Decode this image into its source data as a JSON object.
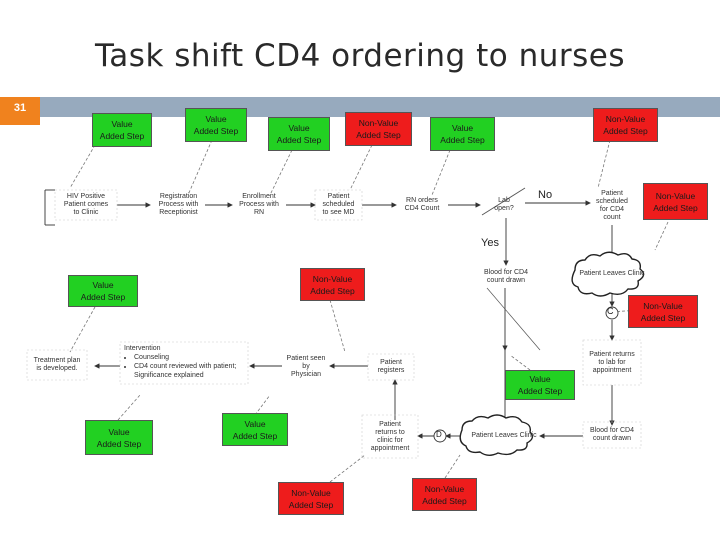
{
  "slide": {
    "title": "Task shift CD4 ordering to nurses",
    "number": "31",
    "accent_color": "#f0821e",
    "bar_color": "#97aabe"
  },
  "tags": {
    "value_added": "Value\nAdded Step",
    "non_value_added": "Non-Value\nAdded Step",
    "value_color": "#22d022",
    "non_value_color": "#ee1c1c"
  },
  "steps": {
    "hiv_positive": "HIV Positive\nPatient comes\nto Clinic",
    "registration": "Registration\nProcess with\nReceptionist",
    "enrollment": "Enrollment\nProcess with\nRN",
    "scheduled_md": "Patient\nscheduled\nto see MD",
    "rn_orders": "RN orders\nCD4 Count",
    "lab_open": "Lab\nopen?",
    "patient_scheduled_cd4": "Patient\nscheduled\nfor CD4\ncount",
    "blood_drawn": "Blood for CD4\ncount drawn",
    "leaves_clinic_top": "Patient Leaves Clinic",
    "returns_lab": "Patient returns\nto lab for\nappointment",
    "blood_drawn_2": "Blood for CD4\ncount drawn",
    "leaves_clinic_bottom": "Patient Leaves Clinic",
    "returns_clinic": "Patient\nreturns to\nclinic for\nappointment",
    "registers": "Patient\nregisters",
    "seen_by_physician": "Patient seen by\nPhysician",
    "intervention_title": "Intervention",
    "intervention_items": [
      "Counseling",
      "CD4 count reviewed with patient; Significance explained"
    ],
    "treatment_plan": "Treatment plan\nis developed."
  },
  "decision": {
    "no": "No",
    "yes": "Yes"
  },
  "connectors": {
    "c": "C",
    "d": "D"
  }
}
